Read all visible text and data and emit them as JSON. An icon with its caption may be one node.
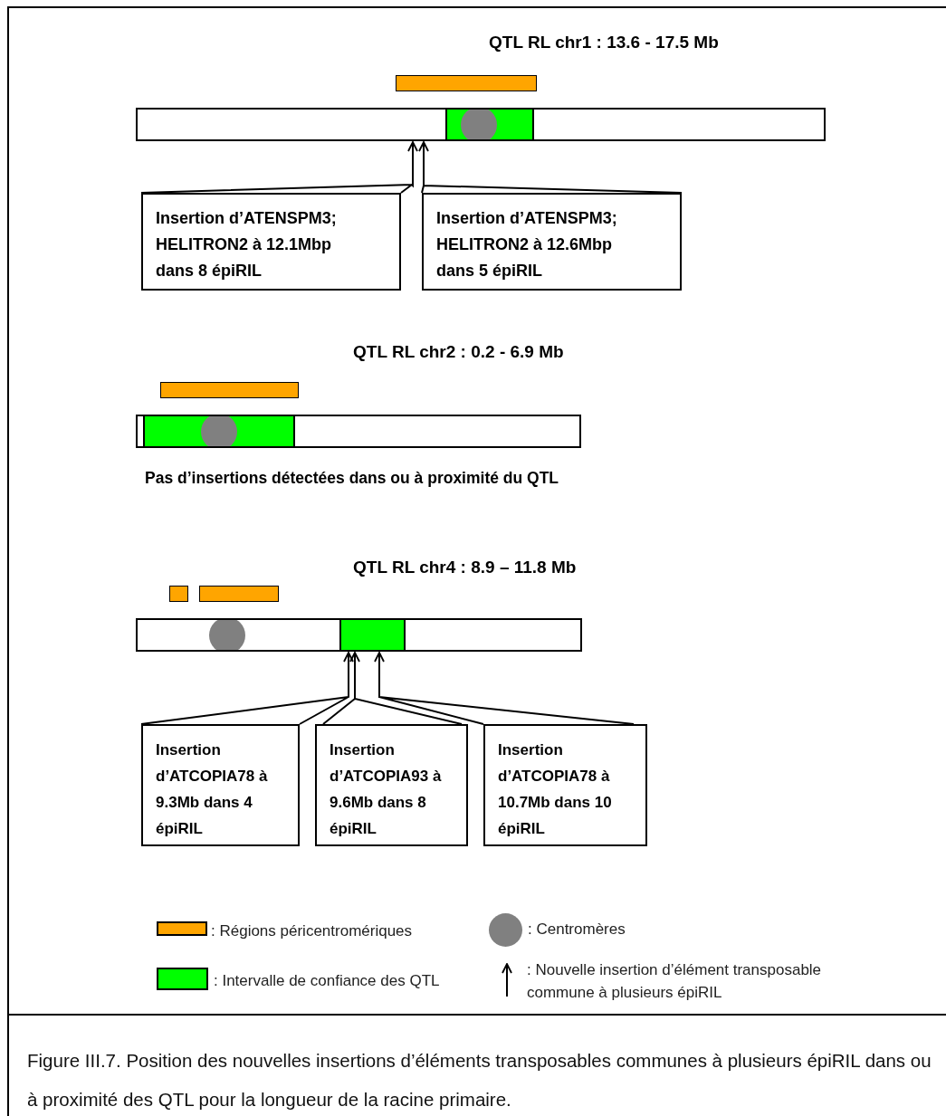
{
  "diagram": {
    "nodes": [
      {
        "text": [
          "QTL RL chr1 : 13.6 - 17.5 Mb"
        ]
      },
      {
        "text": [
          "Insertion d’ATENSPM3; HELITRON2 à 12.1Mbp dans 8 épiRIL"
        ]
      },
      {
        "text": [
          "Insertion d’ATENSPM3; HELITRON2 à 12.6Mbp dans 5 épiRIL"
        ]
      },
      {
        "text": [
          "QTL RL chr2 : 0.2 - 6.9 Mb"
        ],
        "beside": [
          "Pas d’insertions détectées dans ou à proximité du QTL"
        ]
      },
      {
        "text": [
          "QTL RL chr4 : 8.9 – 11.8 Mb"
        ]
      },
      {
        "text": [
          "Insertion d’ATCOPIA78 à 9.3Mb dans 4 épiRIL"
        ]
      },
      {
        "text": [
          "Insertion d’ATCOPIA93 à 9.6Mb dans 8 épiRIL"
        ]
      },
      {
        "text": [
          "Insertion d’ATCOPIA78 à 10.7Mb dans 10 épiRIL"
        ]
      }
    ],
    "edges": [
      {
        "from": 1,
        "to": 0,
        "arrow": "to"
      },
      {
        "from": 2,
        "to": 0,
        "arrow": "to"
      },
      {
        "from": 5,
        "to": 4,
        "arrow": "to"
      },
      {
        "from": 6,
        "to": 4,
        "arrow": "to"
      },
      {
        "from": 7,
        "to": 4,
        "arrow": "to"
      }
    ],
    "legend": [
      {
        "text": ": Régions péricentromériques",
        "color": "#ffa500"
      },
      {
        "text": ": Centromères"
      },
      {
        "text": ": Intervalle de confiance des QTL",
        "color": "#00ff00"
      },
      {
        "text": ": Nouvelle insertion d’élément transposable commune à plusieurs épiRIL"
      }
    ],
    "caption": "Figure III.7. Position des nouvelles insertions d’éléments transposables communes à plusieurs épiRIL dans ou à proximité des QTL pour la longueur de la racine primaire."
  }
}
